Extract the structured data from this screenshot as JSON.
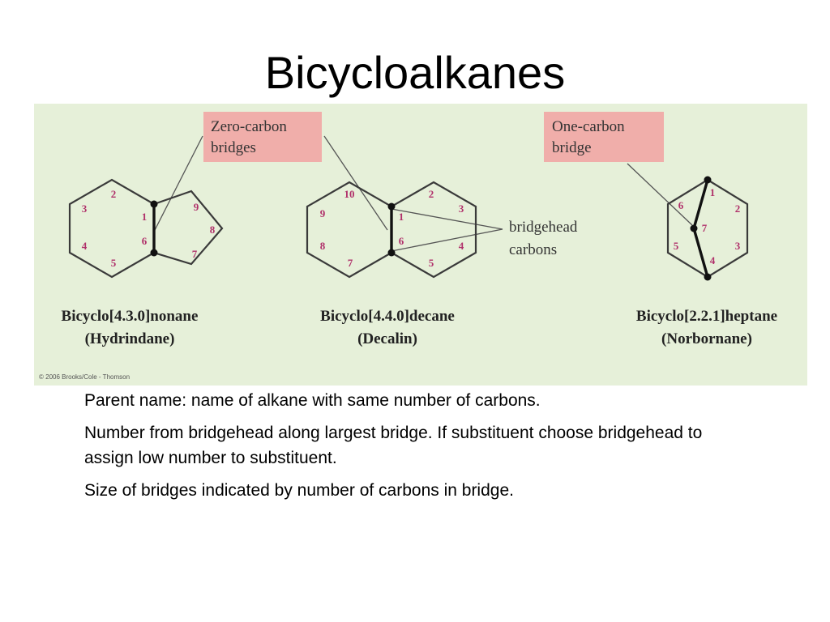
{
  "slide": {
    "title": "Bicycloalkanes"
  },
  "figure": {
    "colors": {
      "background": "#e6f0d9",
      "label_box": "#f0aeaa",
      "atom_number": "#b0306a",
      "bond": "#3a3a3a",
      "leader_line": "#555555"
    },
    "callouts": {
      "zero_carbon": [
        "Zero-carbon",
        "bridges"
      ],
      "one_carbon": [
        "One-carbon",
        "bridge"
      ],
      "bridgehead": [
        "bridgehead",
        "carbons"
      ]
    },
    "molecules": [
      {
        "name": "Bicyclo[4.3.0]nonane",
        "common": "(Hydrindane)",
        "numbers": [
          "1",
          "2",
          "3",
          "4",
          "5",
          "6",
          "7",
          "8",
          "9"
        ]
      },
      {
        "name": "Bicyclo[4.4.0]decane",
        "common": "(Decalin)",
        "numbers": [
          "1",
          "2",
          "3",
          "4",
          "5",
          "6",
          "7",
          "8",
          "9",
          "10"
        ]
      },
      {
        "name": "Bicyclo[2.2.1]heptane",
        "common": "(Norbornane)",
        "numbers": [
          "1",
          "2",
          "3",
          "4",
          "5",
          "6",
          "7"
        ]
      }
    ],
    "copyright": "© 2006 Brooks/Cole - Thomson"
  },
  "bullets": [
    "Parent name: name of alkane with same number of carbons.",
    "Number from bridgehead along largest bridge. If substituent choose bridgehead to assign low number to substituent.",
    "Size of bridges indicated by number of carbons in bridge."
  ]
}
